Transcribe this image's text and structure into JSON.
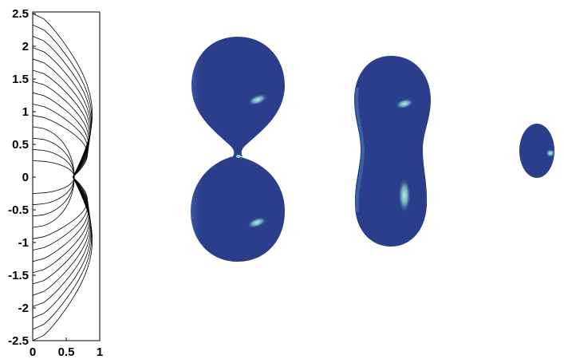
{
  "profile_plot": {
    "y_ticks": [
      "2.5",
      "2",
      "1.5",
      "1",
      "0.5",
      "0",
      "-0.5",
      "-1",
      "-1.5",
      "-2",
      "-2.5"
    ],
    "y_values": [
      2.5,
      2,
      1.5,
      1,
      0.5,
      0,
      -0.5,
      -1,
      -1.5,
      -2,
      -2.5
    ],
    "x_ticks": [
      "0",
      "0.5",
      "1"
    ],
    "x_values": [
      0,
      0.5,
      1
    ]
  },
  "colors": {
    "surface": "#2b3e8c",
    "surface_dark": "#1f2f74",
    "highlight": "#8fd3d0",
    "curve": "#000000"
  },
  "shapes": [
    {
      "name": "pinching-drops-shape",
      "description_visible": "two drops connected by a thin neck"
    },
    {
      "name": "elongated-drop-shape",
      "description_visible": "elongated drop with narrow waist"
    },
    {
      "name": "small-drop-shape",
      "description_visible": "small spherical drop"
    }
  ]
}
